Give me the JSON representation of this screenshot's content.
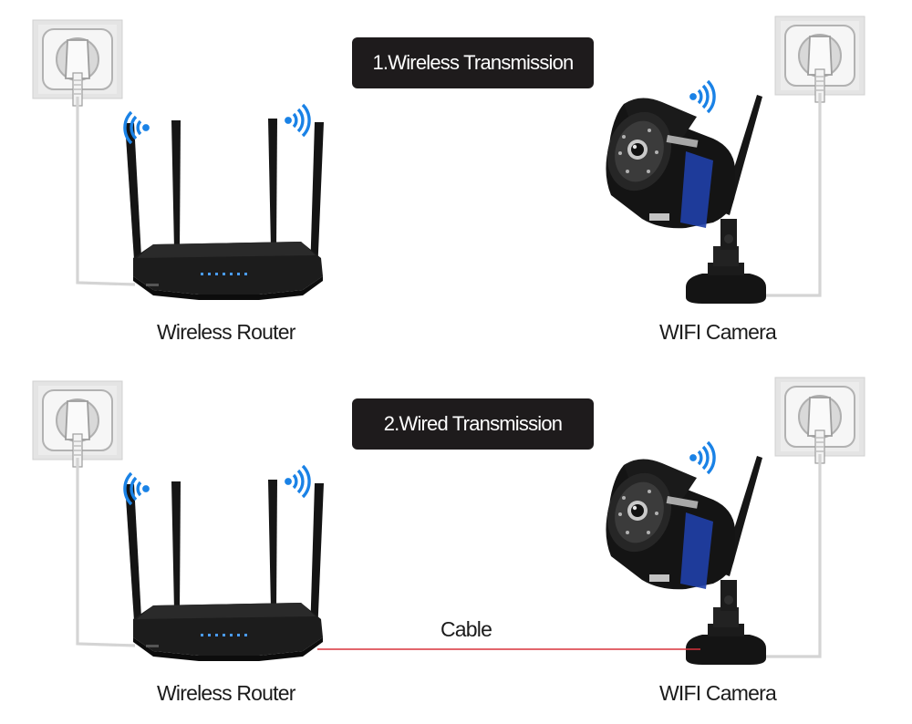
{
  "sections": [
    {
      "title": "1.Wireless Transmission",
      "left_device": "Wireless Router",
      "right_device": "WIFI Camera",
      "link": ""
    },
    {
      "title": "2.Wired Transmission",
      "left_device": "Wireless Router",
      "right_device": "WIFI Camera",
      "link": "Cable"
    }
  ],
  "colors": {
    "badge_bg": "#1e1b1c",
    "badge_text": "#ffffff",
    "wifi_signal": "#1a82e6",
    "cable": "#d8323c",
    "router_body": "#151515",
    "router_led": "#4a9cff",
    "camera_ring": "#1f3fa8",
    "socket_plate": "#e2e2e2"
  },
  "icons": [
    "wall-socket-icon",
    "wifi-signal-icon",
    "router-icon",
    "camera-icon",
    "power-plug-icon"
  ]
}
